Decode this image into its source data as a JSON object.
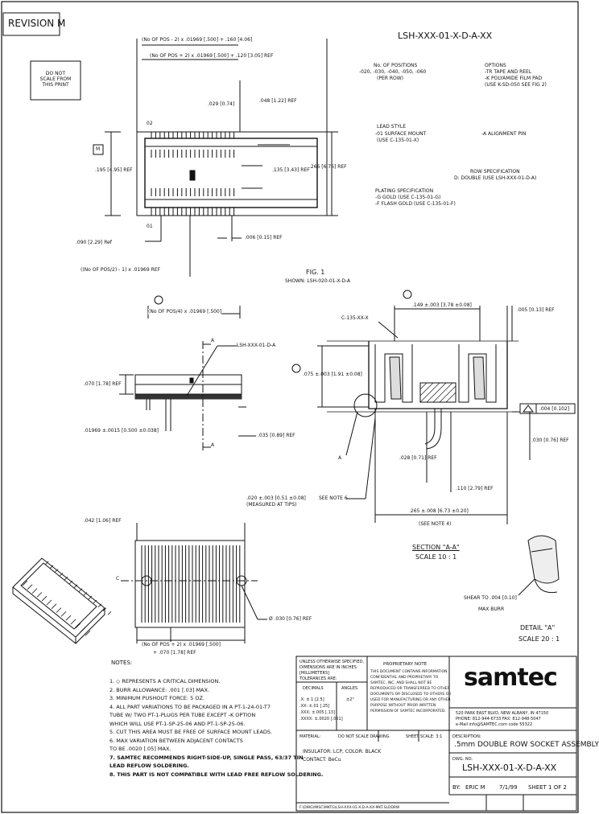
{
  "header": {
    "revision_label": "REVISION M"
  },
  "note_box": {
    "lines": [
      "DO NOT",
      "SCALE FROM",
      "THIS PRINT"
    ]
  },
  "part_number": {
    "code": "LSH-XXX-01-X-D-A-XX",
    "options_title": "OPTIONS",
    "options_lines": [
      "-TR TAPE AND REEL",
      "-K POLYAMIDE FILM PAD",
      "(USE K-SD-050 SEE FIG 2)"
    ],
    "alignment_pin": "-A ALIGNMENT PIN",
    "row_spec_title": "ROW SPECIFICATION",
    "row_spec_value": "D: DOUBLE (USE LSH-XXX-01-D-A)",
    "positions_title": "No. OF POSITIONS",
    "positions_lines": [
      "-020, -030, -040, -050, -060",
      "(PER ROW)"
    ],
    "lead_title": "LEAD STYLE",
    "lead_lines": [
      "-01 SURFACE MOUNT",
      "(USE C-135-01-X)"
    ],
    "plating_title": "PLATING SPECIFICATION",
    "plating_lines": [
      "-G GOLD (USE C-135-01-G)",
      "-F FLASH GOLD (USE C-135-01-F)"
    ]
  },
  "top_view": {
    "dim_1": "(No OF POS - 2) x .01969 [.500] + .160 [4.06]",
    "dim_2": "(No OF POS + 2) x .01969 [.500] + .120 [3.05] REF",
    "dim_3": ".029 [0.74]",
    "dim_4": ".048 [1.22] REF",
    "dim_5": ".195 [4.95] REF",
    "dim_6": ".135 [3.43] REF",
    "dim_7": ".266 [6.76] REF",
    "dim_8": ".090 [2.29] Ref",
    "dim_9": ".006 [0.15] REF",
    "dim_10": "((No OF POS/2) - 1) x .01969 REF",
    "pin_02": "02",
    "pin_01": "01",
    "datum_m": "M"
  },
  "fig1": {
    "title": "FIG. 1",
    "subtitle": "SHOWN: LSH-020-01-X-D-A"
  },
  "front_view": {
    "dim_pos": "(No OF POS/4) x .01969 [.500]",
    "part_label": "LSH-XXX-01-D-A",
    "a_label": "A",
    "dim_h": ".070 [1.78] REF",
    "dim_p": ".01969 ±.0015 [0.500 ±0.038]",
    "dim_t": ".035 [0.89] REF"
  },
  "section_view": {
    "part_label": "C-135-XX-X",
    "dim_1": ".149 ±.003 [3.78 ±0.08]",
    "dim_2": ".005 [0.13] REF",
    "dim_3": ".075 ±.003 [1.91 ±0.08]",
    "dim_4": ".004 [0.102]",
    "a_label": "A",
    "dim_5": ".030 [0.76] REF",
    "dim_6": ".028 [0.71] REF",
    "dim_7": ".110 [2.79] REF",
    "see_note": "SEE NOTE 6",
    "dim_8": ".265 ±.008 [6.73 ±0.20]",
    "see_note_4": "(SEE NOTE 4)",
    "title": "SECTION \"A-A\"",
    "scale": "SCALE 10 : 1"
  },
  "bottom_view": {
    "dim_1": ".020 ±.003 [0.51 ±0.08]",
    "dim_1b": "(MEASURED AT TIPS)",
    "dim_2": ".042 [1.06] REF",
    "dim_3": "Ø .030 [0.76] REF",
    "dim_4": "(No OF POS + 2) x .01969 [.500]",
    "dim_5": "+ .070 [1.78] REF",
    "cl_label": "C"
  },
  "detail_view": {
    "shear": "SHEAR TO .004 [0.10]",
    "burr": "MAX BURR",
    "title": "DETAIL \"A\"",
    "scale": "SCALE 20 : 1"
  },
  "notes": {
    "title": "NOTES:",
    "lines": [
      "1. ◇ REPRESENTS A CRITICAL DIMENSION.",
      "2. BURR ALLOWANCE: .001 [.03] MAX.",
      "3. MINIMUM PUSHOUT FORCE: 5 OZ.",
      "4. ALL PART VARIATIONS TO BE PACKAGED IN A PT-1-24-01-T7",
      "   TUBE W/ TWO PT-1-PLUGS PER TUBE EXCEPT -K OPTION",
      "   WHICH WILL USE PT-1-SP-25-06 AND PT-1-SP-25-06.",
      "5. CUT THIS AREA MUST BE FREE OF SURFACE MOUNT LEADS.",
      "6. MAX VARIATION BETWEEN ADJACENT CONTACTS",
      "   TO BE .0020 [.05] MAX."
    ],
    "bold_lines": [
      "7. SAMTEC RECOMMENDS RIGHT-SIDE-UP, SINGLE PASS, 63/37 TIN",
      "   LEAD REFLOW SOLDERING.",
      "8. THIS PART IS NOT COMPATIBLE WITH LEAD FREE REFLOW SOLDERING."
    ]
  },
  "title_block": {
    "tolerance_header": [
      "UNLESS OTHERWISE SPECIFIED,",
      "DIMENSIONS ARE IN INCHES",
      "[MILLIMETERS]",
      "TOLERANCES ARE:"
    ],
    "decimals": "DECIMALS",
    "angles": "ANGLES",
    "tol_lines": [
      ".X: ±.1 [2.5]",
      ".XX: ±.01 [.25]",
      ".XXX: ±.005 [.13]",
      ".XXXX: ±.0020 [.051]"
    ],
    "angle_value": "±2°",
    "proprietary_title": "PROPRIETARY NOTE",
    "proprietary_lines": [
      "THIS DOCUMENT CONTAINS INFORMATION",
      "CONFIDENTIAL AND PROPRIETARY TO",
      "SAMTEC, INC. AND SHALL NOT BE",
      "REPRODUCED OR TRANSFERRED TO OTHER",
      "DOCUMENTS OR DISCLOSED TO OTHERS OR",
      "USED FOR MANUFACTURING OR ANY OTHER",
      "PURPOSE WITHOUT PRIOR WRITTEN",
      "PERMISSION OF SAMTEC INCORPORATED."
    ],
    "company": "samtec",
    "address_lines": [
      "520 PARK EAST BLVD, NEW ALBANY, IN 47150",
      "PHONE: 812-944-6733    FAX: 812-948-5047",
      "e-Mail info@SAMTEC.com    code 55322"
    ],
    "material_label": "MATERIAL:",
    "material_lines": [
      "INSULATOR: LCP, COLOR: BLACK",
      "CONTACT: BeCu"
    ],
    "do_not_scale": "DO NOT SCALE DRAWING",
    "sheet_scale": "SHEET SCALE: 3:1",
    "description_label": "DESCRIPTION:",
    "description": ".5mm DOUBLE ROW SOCKET ASSEMBLY",
    "dwg_label": "DWG. NO.",
    "dwg_no": "LSH-XXX-01-X-D-A-XX",
    "by_label": "BY:",
    "by_value": "ERIC M",
    "date": "7/1/99",
    "sheet": "SHEET 1 OF 2",
    "footer": "F:\\DWG\\MISC\\MKTG\\LSH-XXX-01-X-D-A-XX-MKT.SLDDRW"
  }
}
